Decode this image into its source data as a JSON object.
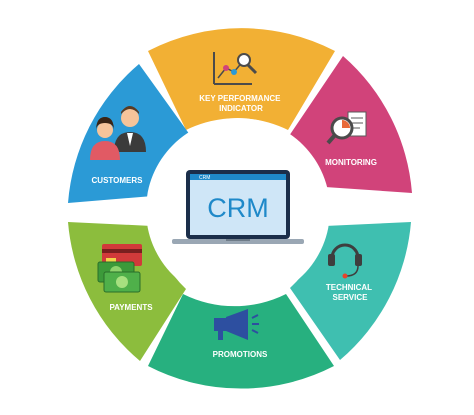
{
  "center": {
    "title": "CRM",
    "screen_tag": "CRM"
  },
  "segments": [
    {
      "id": "kpi",
      "label_lines": [
        "KEY PERFORMANCE",
        "INDICATOR"
      ],
      "color": "#f2b034",
      "icon": "chart-magnifier-icon"
    },
    {
      "id": "monitoring",
      "label_lines": [
        "MONITORING"
      ],
      "color": "#d1437a",
      "icon": "document-magnifier-icon"
    },
    {
      "id": "technical-service",
      "label_lines": [
        "TECHNICAL",
        "SERVICE"
      ],
      "color": "#3fbfb0",
      "icon": "headset-icon"
    },
    {
      "id": "promotions",
      "label_lines": [
        "PROMOTIONS"
      ],
      "color": "#27b07f",
      "icon": "megaphone-icon"
    },
    {
      "id": "payments",
      "label_lines": [
        "PAYMENTS"
      ],
      "color": "#8cbd3d",
      "icon": "money-card-icon"
    },
    {
      "id": "customers",
      "label_lines": [
        "CUSTOMERS"
      ],
      "color": "#2b9ad6",
      "icon": "users-icon"
    }
  ]
}
